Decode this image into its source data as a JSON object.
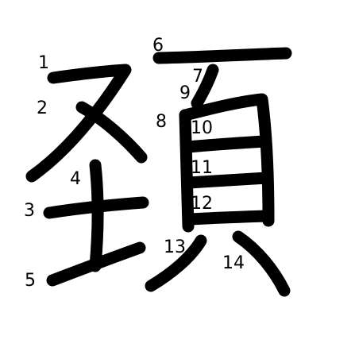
{
  "diagram": {
    "stroke_color": "#000000",
    "background": "#ffffff",
    "stroke_numbers": [
      "1",
      "2",
      "3",
      "4",
      "5",
      "6",
      "7",
      "8",
      "9",
      "10",
      "11",
      "12",
      "13",
      "14"
    ]
  }
}
